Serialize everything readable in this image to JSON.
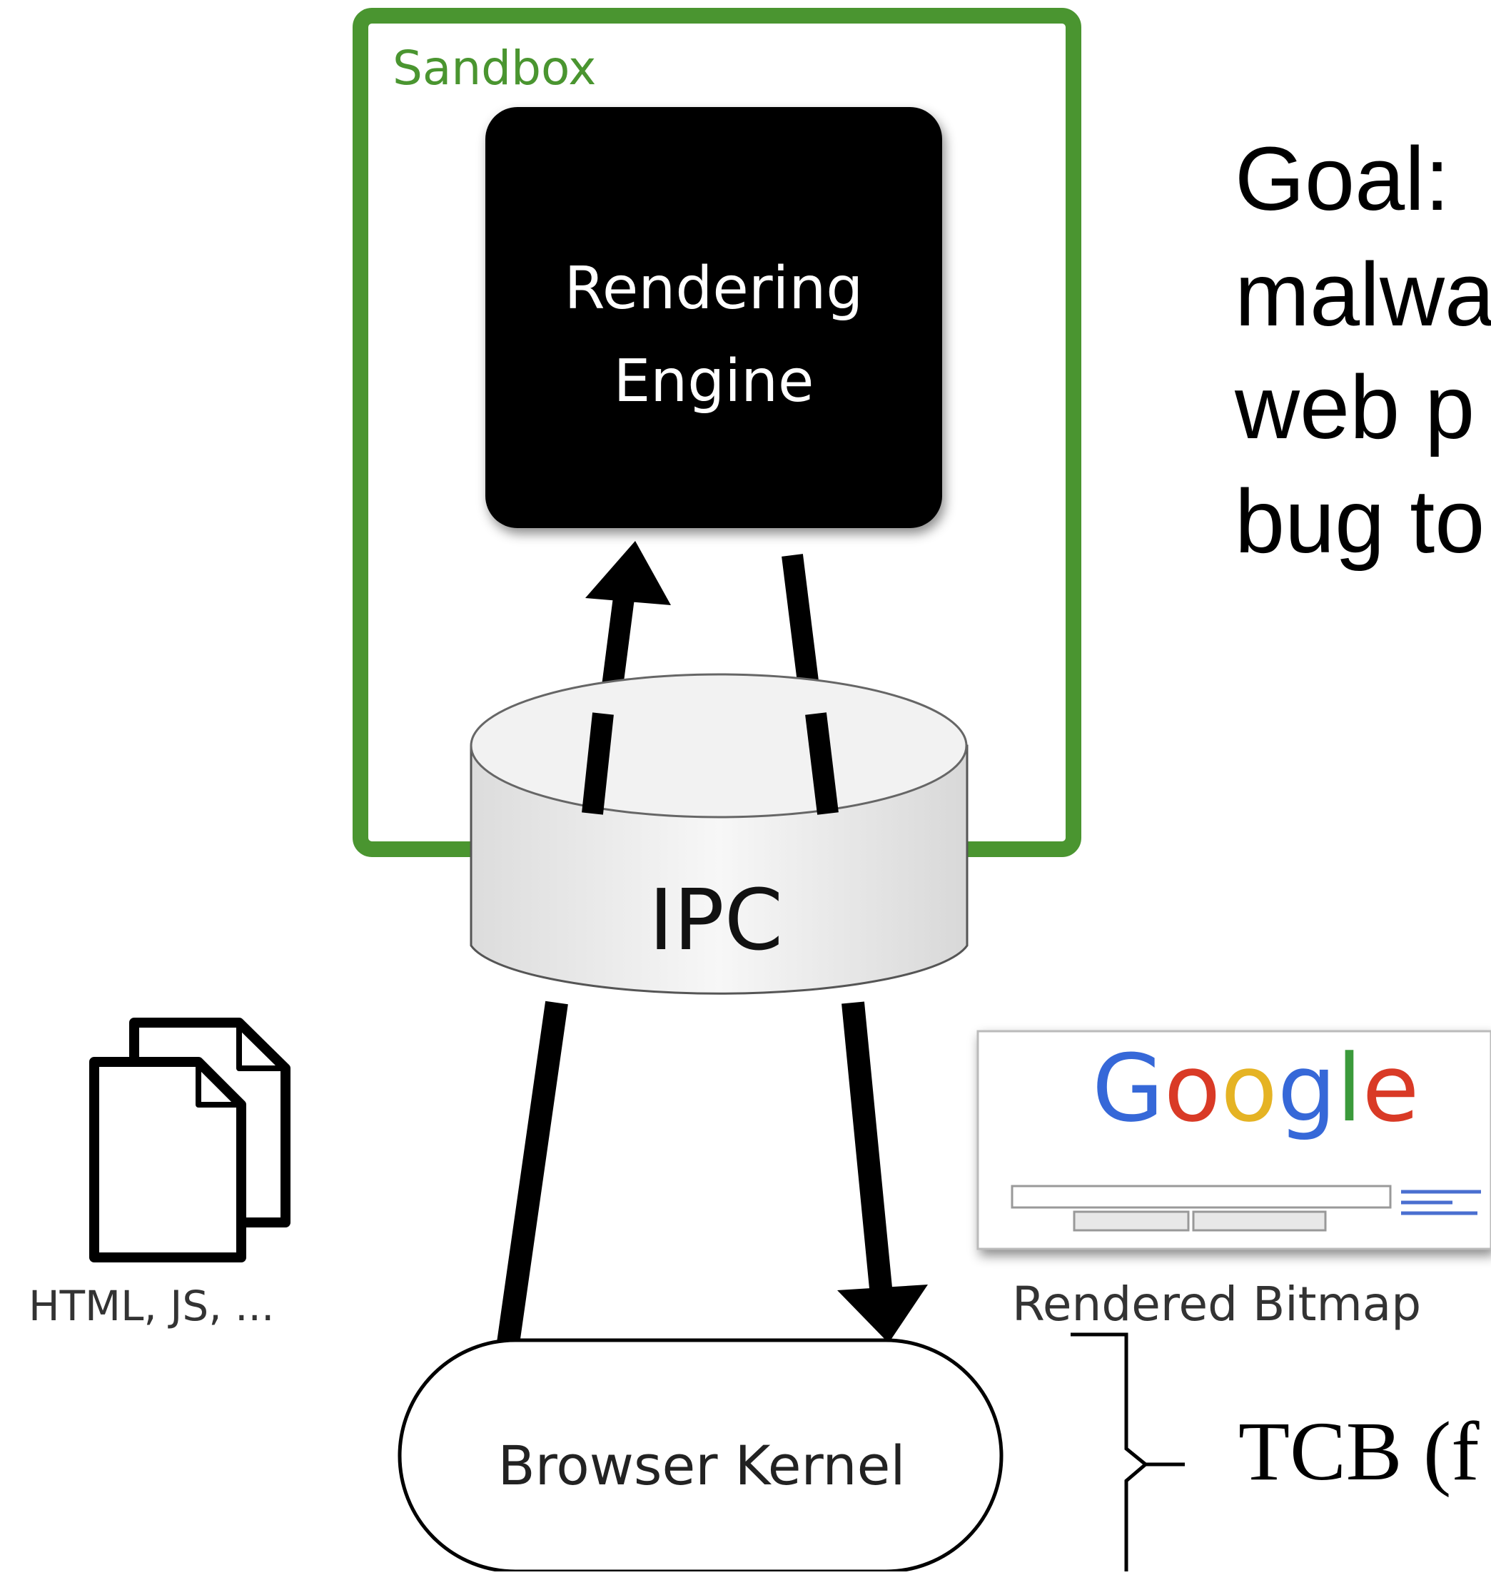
{
  "diagram": {
    "sandbox_label": "Sandbox",
    "rendering_engine_line1": "Rendering",
    "rendering_engine_line2": "Engine",
    "ipc_label": "IPC",
    "inputs_label": "HTML, JS, ...",
    "bitmap_label": "Rendered Bitmap",
    "bitmap_logo": "Google",
    "kernel_label": "Browser Kernel"
  },
  "goal_lines": [
    "Goal:",
    "malwa",
    "web p",
    "bug to"
  ],
  "tcb_text": "TCB (f",
  "colors": {
    "sandbox_green": "#4a9530",
    "engine_black": "#000000",
    "ipc_fill": "#eeeeee",
    "google_blue": "#3668d8",
    "google_red": "#d93a26",
    "google_yellow": "#e5b324",
    "google_green": "#3b9a3b"
  },
  "icons": [
    "document-stack-icon",
    "google-page-thumbnail"
  ]
}
